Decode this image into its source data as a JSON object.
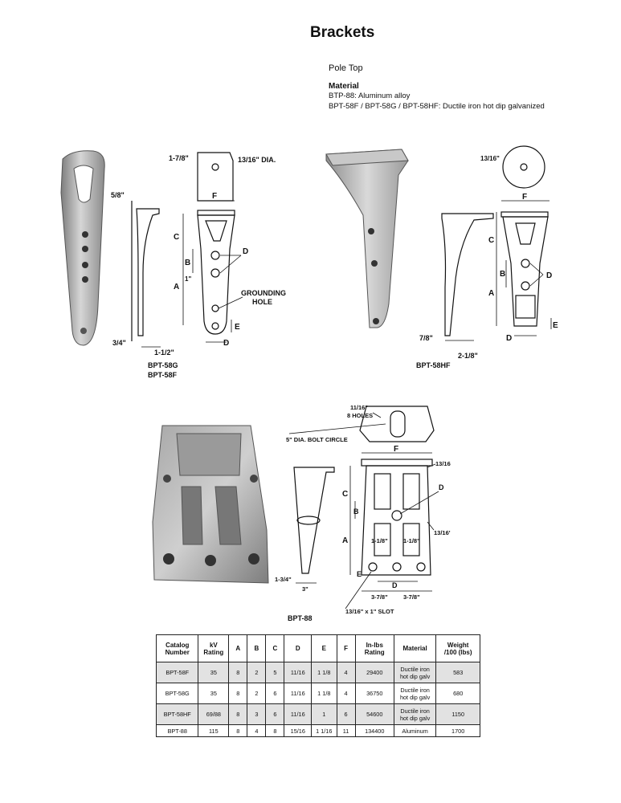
{
  "title": "Brackets",
  "subtitle": "Pole Top",
  "material": {
    "heading": "Material",
    "lines": [
      "BTP-88:   Aluminum alloy",
      "BPT-58F / BPT-58G / BPT-58HF:  Ductile iron hot dip galvanized"
    ]
  },
  "figures": {
    "f58": {
      "caption1": "BPT-58G",
      "caption2": "BPT-58F",
      "labels": {
        "top_w": "1-7/8\"",
        "dia": "13/16\" DIA.",
        "left_off": "5/8\"",
        "F": "F",
        "C": "C",
        "B": "B",
        "A": "A",
        "D": "D",
        "E": "E",
        "one": "1\"",
        "grounding1": "GROUNDING",
        "grounding2": "HOLE",
        "bottom_l": "3/4\"",
        "bottom_w": "1-1/2\""
      }
    },
    "f58hf": {
      "caption": "BPT-58HF",
      "labels": {
        "dia": "13/16\"",
        "F": "F",
        "C": "C",
        "B": "B",
        "A": "A",
        "D": "D",
        "E": "E",
        "left_b": "7/8\"",
        "bottom_w": "2-1/8\""
      }
    },
    "f88": {
      "caption": "BPT-88",
      "labels": {
        "holes1": "11/16\"",
        "holes2": "8 HOLES",
        "bolt_circle": "5\" DIA. BOLT CIRCLE",
        "F": "F",
        "C": "C",
        "B": "B",
        "A": "A",
        "D": "D",
        "E": "E",
        "r1": "13/16",
        "r2": "13/16'",
        "in1": "1-1/8\"",
        "in2": "1-1/8\"",
        "left_b": "1-3/4\"",
        "bottom_l": "3\"",
        "b1": "3-7/8\"",
        "b2": "3-7/8\"",
        "slot": "13/16\" x 1\" SLOT"
      }
    }
  },
  "table": {
    "headers": [
      {
        "l1": "Catalog",
        "l2": "Number"
      },
      {
        "l1": "kV",
        "l2": "Rating"
      },
      {
        "l1": "A",
        "l2": ""
      },
      {
        "l1": "B",
        "l2": ""
      },
      {
        "l1": "C",
        "l2": ""
      },
      {
        "l1": "D",
        "l2": ""
      },
      {
        "l1": "E",
        "l2": ""
      },
      {
        "l1": "F",
        "l2": ""
      },
      {
        "l1": "In-lbs",
        "l2": "Rating"
      },
      {
        "l1": "Material",
        "l2": ""
      },
      {
        "l1": "Weight",
        "l2": "/100 (lbs)"
      }
    ],
    "rows": [
      {
        "cat": "BPT-58F",
        "kv": "35",
        "a": "8",
        "b": "2",
        "c": "5",
        "d": "11/16",
        "e": "1 1/8",
        "f": "4",
        "inlbs": "29400",
        "mat1": "Ductile iron",
        "mat2": "hot dip galv",
        "wt": "583"
      },
      {
        "cat": "BPT-58G",
        "kv": "35",
        "a": "8",
        "b": "2",
        "c": "6",
        "d": "11/16",
        "e": "1 1/8",
        "f": "4",
        "inlbs": "36750",
        "mat1": "Ductile iron",
        "mat2": "hot dip galv",
        "wt": "680"
      },
      {
        "cat": "BPT-58HF",
        "kv": "69/88",
        "a": "8",
        "b": "3",
        "c": "6",
        "d": "11/16",
        "e": "1",
        "f": "6",
        "inlbs": "54600",
        "mat1": "Ductile iron",
        "mat2": "hot dip galv",
        "wt": "1150"
      },
      {
        "cat": "BPT-88",
        "kv": "115",
        "a": "8",
        "b": "4",
        "c": "8",
        "d": "15/16",
        "e": "1 1/16",
        "f": "11",
        "inlbs": "134400",
        "mat1": "Aluminum",
        "mat2": "",
        "wt": "1700"
      }
    ]
  }
}
